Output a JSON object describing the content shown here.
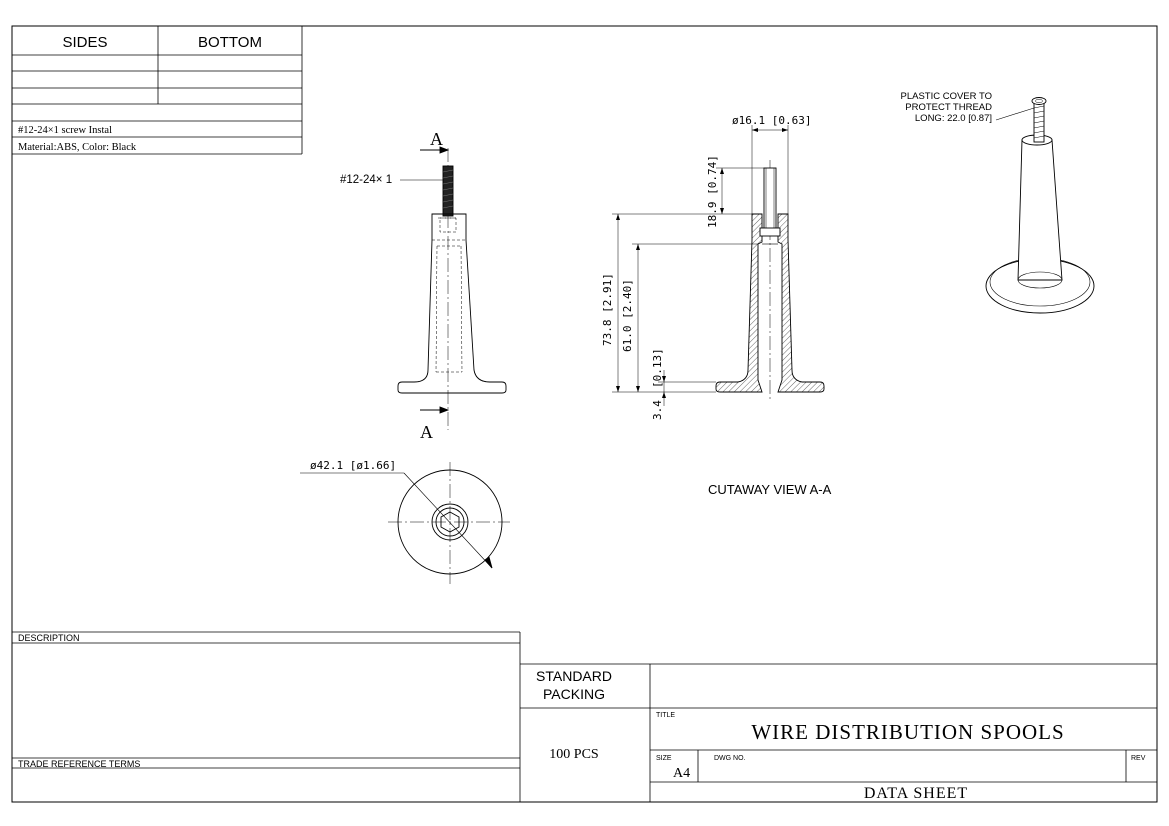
{
  "top_table": {
    "col_sides": "SIDES",
    "col_bottom": "BOTTOM",
    "note_screw": "#12-24×1  screw Instal",
    "note_material": "Material:ABS, Color: Black"
  },
  "front_view": {
    "section_mark_top": "A",
    "section_mark_bottom": "A",
    "thread_label": "#12-24× 1"
  },
  "bottom_view": {
    "diameter_label": "ø42.1 [ø1.66]"
  },
  "cutaway": {
    "dim_top_diameter": "ø16.1 [0.63]",
    "dim_thread_length": "18.9 [0.74]",
    "dim_total_height": "73.8 [2.91]",
    "dim_bore_height": "61.0 [2.40]",
    "dim_flange_vertical_mm": "3.4",
    "dim_flange_vertical_in": "[0.13]",
    "caption": "CUTAWAY VIEW  A-A"
  },
  "isometric": {
    "note_line1": "PLASTIC COVER TO",
    "note_line2": "PROTECT THREAD",
    "note_line3": "LONG: 22.0  [0.87]"
  },
  "title_block": {
    "description_label": "DESCRIPTION",
    "trade_reference_label": "TRADE REFERENCE TERMS",
    "standard_packing_line1": "STANDARD",
    "standard_packing_line2": "PACKING",
    "packing_qty": "100 PCS",
    "title_label": "TITLE",
    "title_value": "WIRE DISTRIBUTION SPOOLS",
    "size_label": "SIZE",
    "size_value": "A4",
    "dwg_no_label": "DWG NO.",
    "rev_label": "REV",
    "sheet_type": "DATA SHEET"
  }
}
